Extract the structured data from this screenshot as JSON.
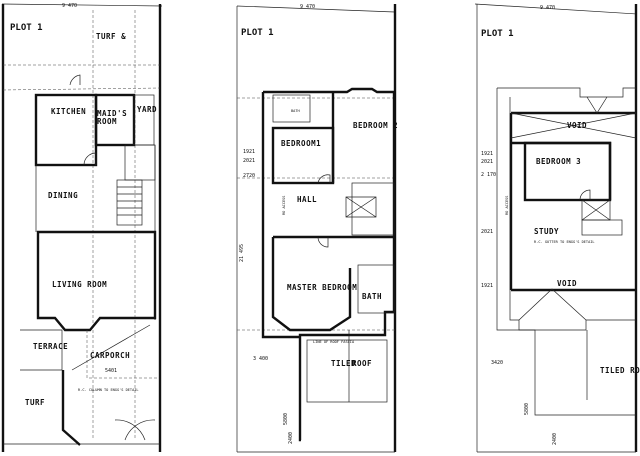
{
  "sheets": [
    {
      "plot_label": "PLOT 1",
      "width_dim": "9 470",
      "rooms": {
        "turf_top": "TURF &",
        "kitchen": "KITCHEN",
        "maids_room_1": "MAID'S",
        "maids_room_2": "ROOM",
        "yard": "YARD",
        "dining": "DINING",
        "living_room": "LIVING ROOM",
        "terrace": "TERRACE",
        "carporch": "CARPORCH",
        "carporch_dim": "5401",
        "turf_bottom": "TURF"
      },
      "notes": {
        "column": "R.C. COLUMN TO ENGG'S DETAIL"
      }
    },
    {
      "plot_label": "PLOT 1",
      "width_dim": "9 470",
      "depth_dim": "21 495",
      "rooms": {
        "bedroom1": "BEDROOM1",
        "bedroom2": "BEDROOM 2",
        "hall": "HALL",
        "master_bedroom": "MASTER BEDROOM",
        "bath": "BATH",
        "bath_small": "BATH",
        "tiled_roof_1": "TILED",
        "tiled_roof_2": "ROOF"
      },
      "dims": {
        "d1": "1921",
        "d2": "2021",
        "d3": "2720",
        "d4": "3 400",
        "d5": "2400",
        "d6": "5800"
      },
      "notes": {
        "roof_line": "LINE OF ROOF FASCIA",
        "ro_access": "RO ACCESS"
      }
    },
    {
      "plot_label": "PLOT 1",
      "width_dim": "9 470",
      "rooms": {
        "void_top": "VOID",
        "bedroom3": "BEDROOM 3",
        "study": "STUDY",
        "void_bottom": "VOID",
        "tiled_roof": "TILED ROOF"
      },
      "dims": {
        "d1": "1921",
        "d2": "2021",
        "d3": "2 170",
        "d4": "2021",
        "d5": "1921",
        "d6": "3420",
        "d7": "5800",
        "d8": "2400"
      },
      "notes": {
        "ro_access": "RO ACCESS",
        "study_note": "R.C. GUTTER TO ENGG'S DETAIL"
      }
    }
  ]
}
